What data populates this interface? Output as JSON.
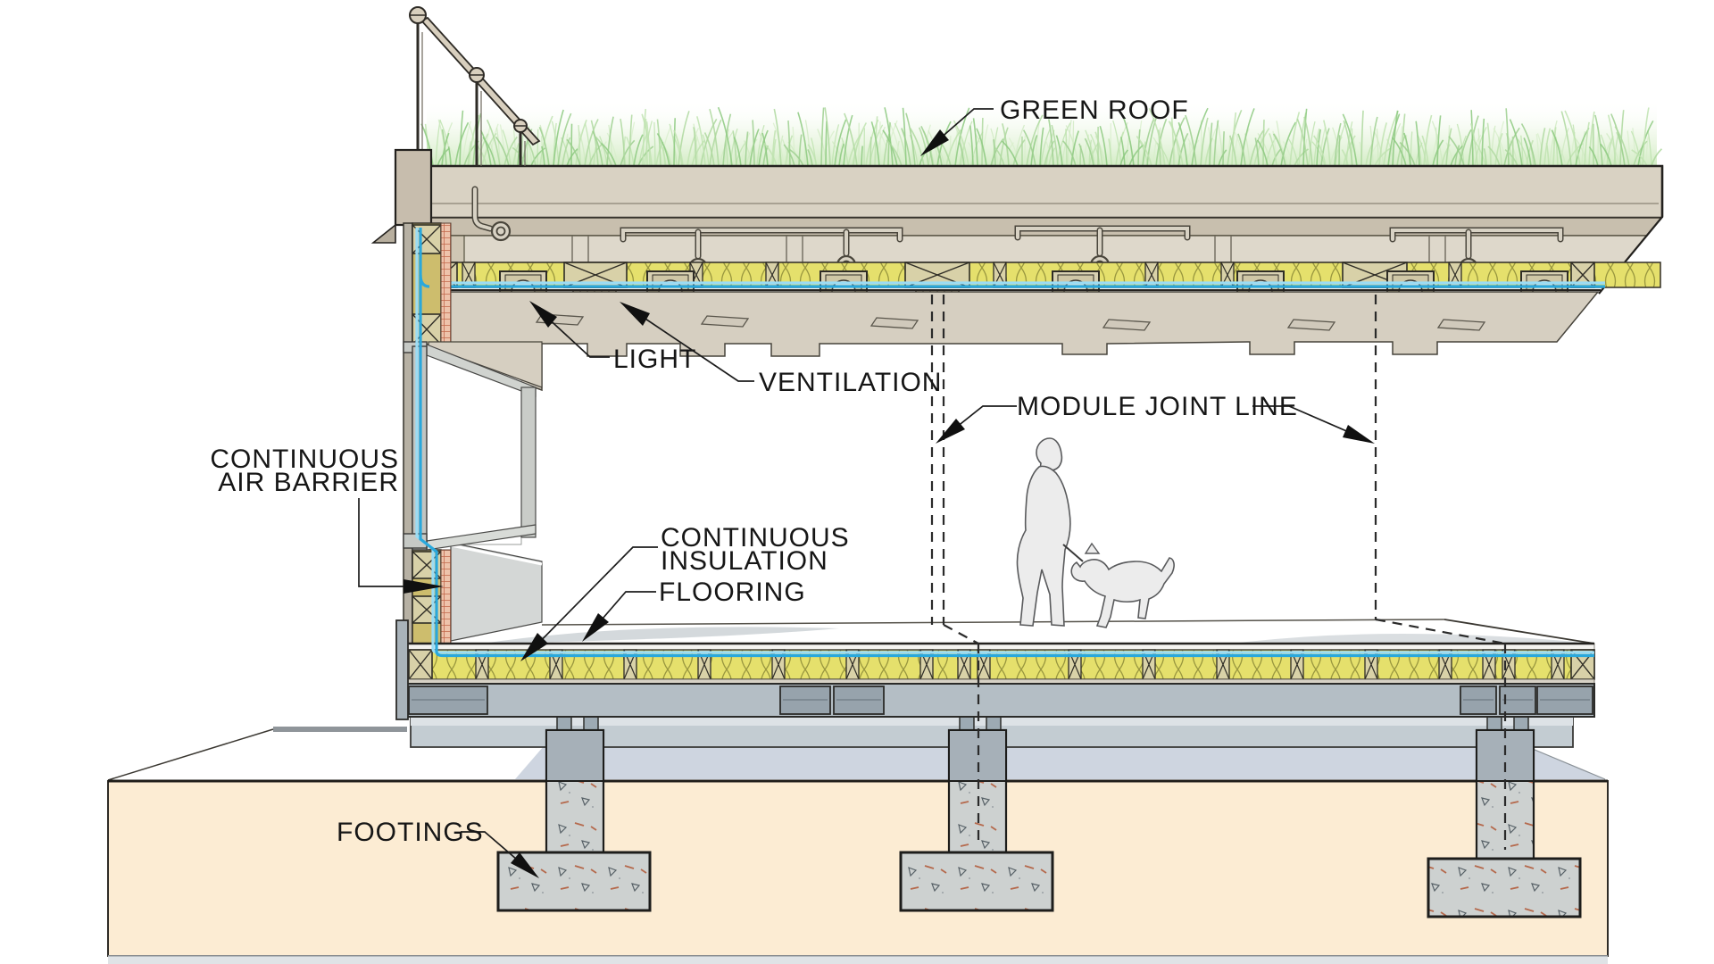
{
  "diagram": {
    "kind": "architectural-building-section",
    "annotations": {
      "green_roof": {
        "text": "GREEN ROOF"
      },
      "light": {
        "text": "LIGHT"
      },
      "ventilation": {
        "text": "VENTILATION"
      },
      "module_joint_line": {
        "text": "MODULE JOINT LINE"
      },
      "continuous_air_barrier": {
        "line1": "CONTINUOUS",
        "line2": "AIR BARRIER"
      },
      "continuous_insulation": {
        "line1": "CONTINUOUS",
        "line2": "INSULATION"
      },
      "flooring": {
        "text": "FLOORING"
      },
      "footings": {
        "text": "FOOTINGS"
      }
    },
    "colors": {
      "grass_green": "#a8d79a",
      "roof_slab_tan": "#d9d2c3",
      "roof_band_tan": "#c8bfae",
      "service_cavity": "#ded8cb",
      "insulation_yellow": "#e5e06c",
      "insulation_hatch": "#99973f",
      "air_barrier_blue": "#29a8dc",
      "air_barrier_light": "#9bdcf4",
      "wood_stud": "#cdbd6d",
      "furring_pink": "#eec3ab",
      "ceiling_tan": "#d6cfc1",
      "steel_gray": "#b4bec5",
      "concrete_gray": "#cdd1d0",
      "soil_peach": "#fcecd3",
      "shadow_gray": "#c5cedb",
      "line_dark": "#23211e"
    },
    "icons": [
      {
        "name": "leader-arrow-icon",
        "shape": "slender filled triangle"
      }
    ]
  }
}
